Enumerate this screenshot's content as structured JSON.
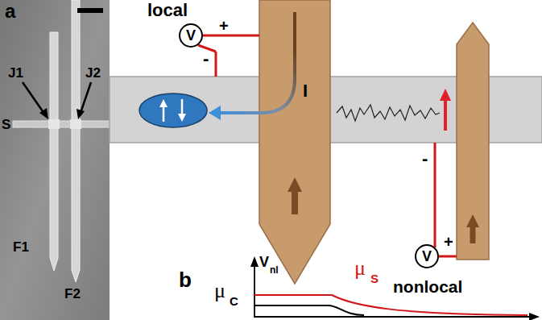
{
  "diagram": {
    "nodes": [
      {
        "text": [
          "V"
        ]
      },
      {
        "text": [
          "V"
        ]
      }
    ],
    "labels": [
      "a",
      "J1",
      "J2",
      "S",
      "F1",
      "F2",
      "local",
      "+",
      "-",
      "I",
      "-",
      "+",
      "nonlocal",
      "V",
      "nl",
      "b",
      "μ",
      "C",
      "μ",
      "S"
    ]
  }
}
